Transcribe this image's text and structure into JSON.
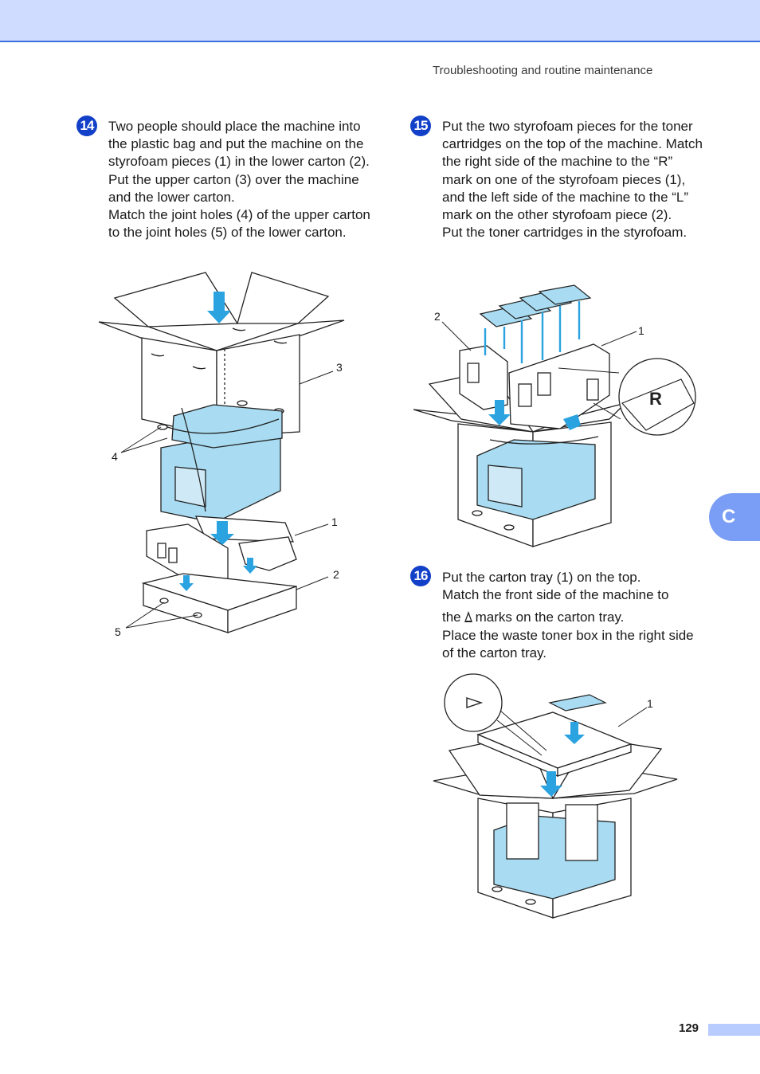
{
  "header": {
    "section_title": "Troubleshooting and routine maintenance"
  },
  "steps": [
    {
      "number": "14",
      "paragraphs": [
        "Two people should place the machine into the plastic bag and put the machine on the styrofoam pieces (1) in the lower carton (2). Put the upper carton (3) over the machine and the lower carton.",
        "Match the joint holes (4) of the upper carton to the joint holes (5) of the lower carton."
      ],
      "figure_labels": [
        "3",
        "4",
        "1",
        "2",
        "5"
      ]
    },
    {
      "number": "15",
      "paragraphs": [
        "Put the two styrofoam pieces for the toner cartridges on the top of the machine. Match the right side of the machine to the “R” mark on one of the styrofoam pieces (1), and the left side of the machine to the “L” mark on the other styrofoam piece (2).",
        "Put the toner cartridges in the styrofoam."
      ],
      "figure_labels": [
        "2",
        "1"
      ],
      "mark_letter": "R"
    },
    {
      "number": "16",
      "line1": "Put the carton tray (1) on the top.",
      "line2": "Match the front side of the machine to",
      "line3_before": "the",
      "line3_after": "marks on the carton tray.",
      "paragraphs": [
        "Place the waste toner box in the right side of the carton tray."
      ],
      "figure_labels": [
        "1"
      ]
    }
  ],
  "chapter_tab": "C",
  "page_number": "129",
  "colors": {
    "header_band": "#cfdcff",
    "step_badge": "#1240c8",
    "tab": "#7a9ef5",
    "illustration_fill": "#a9dcf2",
    "arrow": "#2aa3e0"
  }
}
